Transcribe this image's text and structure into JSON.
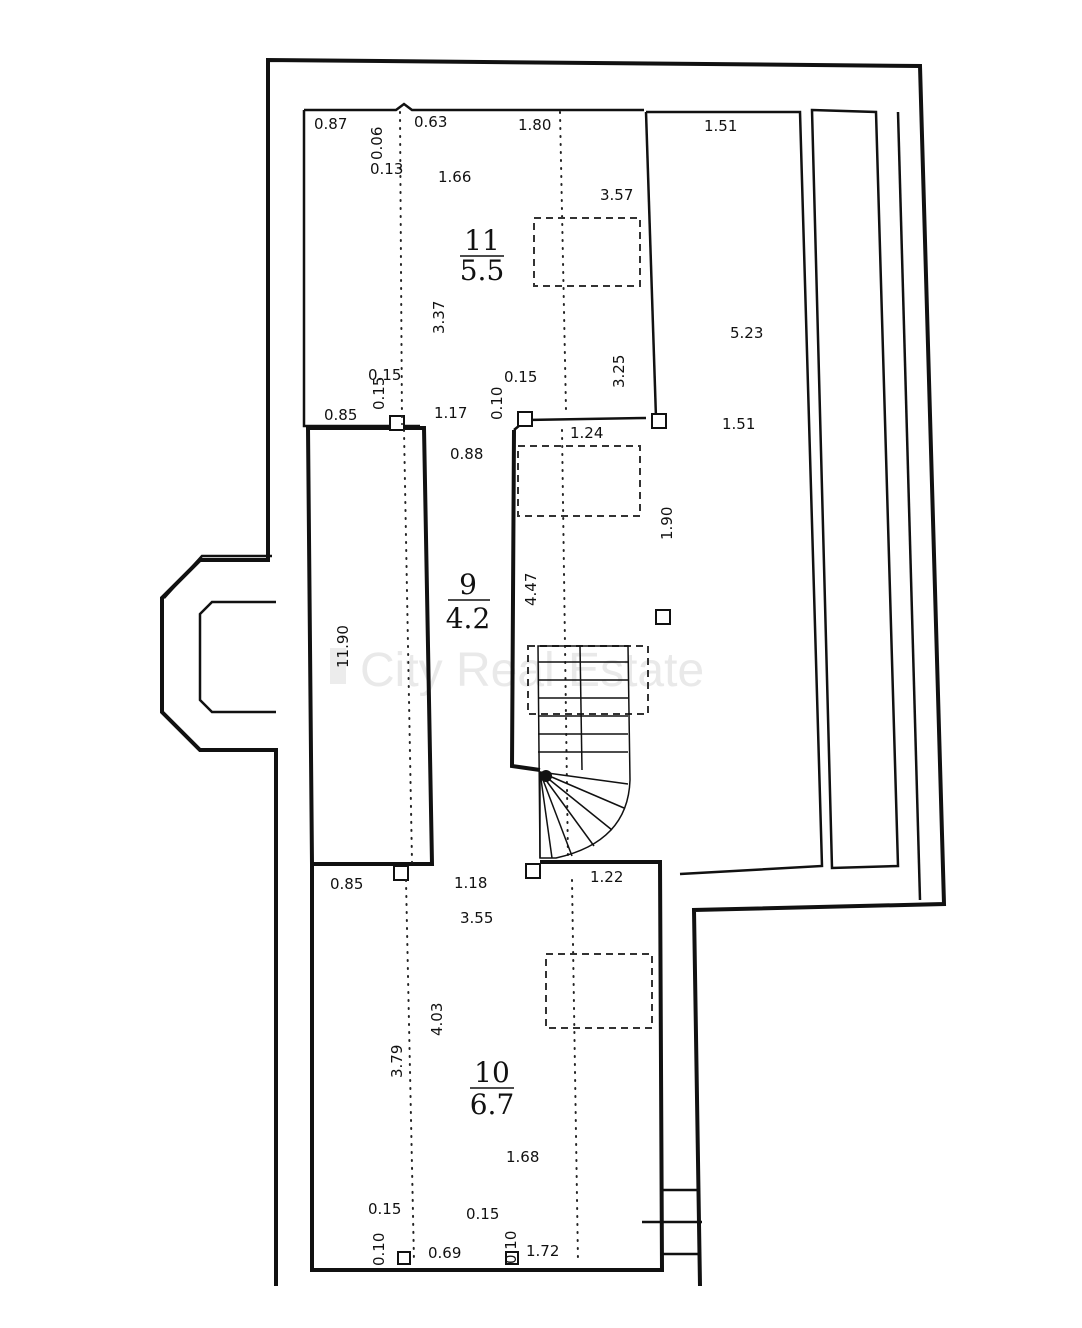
{
  "watermark": "City Real Estate",
  "rooms": [
    {
      "id": "11",
      "number": "11",
      "area": "5.5"
    },
    {
      "id": "9",
      "number": "9",
      "area": "4.2"
    },
    {
      "id": "10",
      "number": "10",
      "area": "6.7"
    }
  ],
  "dimensions": {
    "d_087": "0.87",
    "d_006": "0.06",
    "d_063": "0.63",
    "d_180": "1.80",
    "d_151_top": "1.51",
    "d_013": "0.13",
    "d_166": "1.66",
    "d_357": "3.57",
    "d_337": "3.37",
    "d_523": "5.23",
    "d_015_a": "0.15",
    "d_015_b": "0.15",
    "d_015_c": "0.15",
    "d_010_a": "0.10",
    "d_325": "3.25",
    "d_085_a": "0.85",
    "d_117": "1.17",
    "d_124": "1.24",
    "d_151_mid": "1.51",
    "d_088": "0.88",
    "d_190_small": "1.90",
    "d_447": "4.47",
    "d_1190": "11.90",
    "d_085_b": "0.85",
    "d_118": "1.18",
    "d_122": "1.22",
    "d_355": "3.55",
    "d_403": "4.03",
    "d_379": "3.79",
    "d_168": "1.68",
    "d_015_d": "0.15",
    "d_015_e": "0.15",
    "d_010_b": "0.10",
    "d_069": "0.69",
    "d_010_c": "0.10",
    "d_172": "1.72"
  }
}
